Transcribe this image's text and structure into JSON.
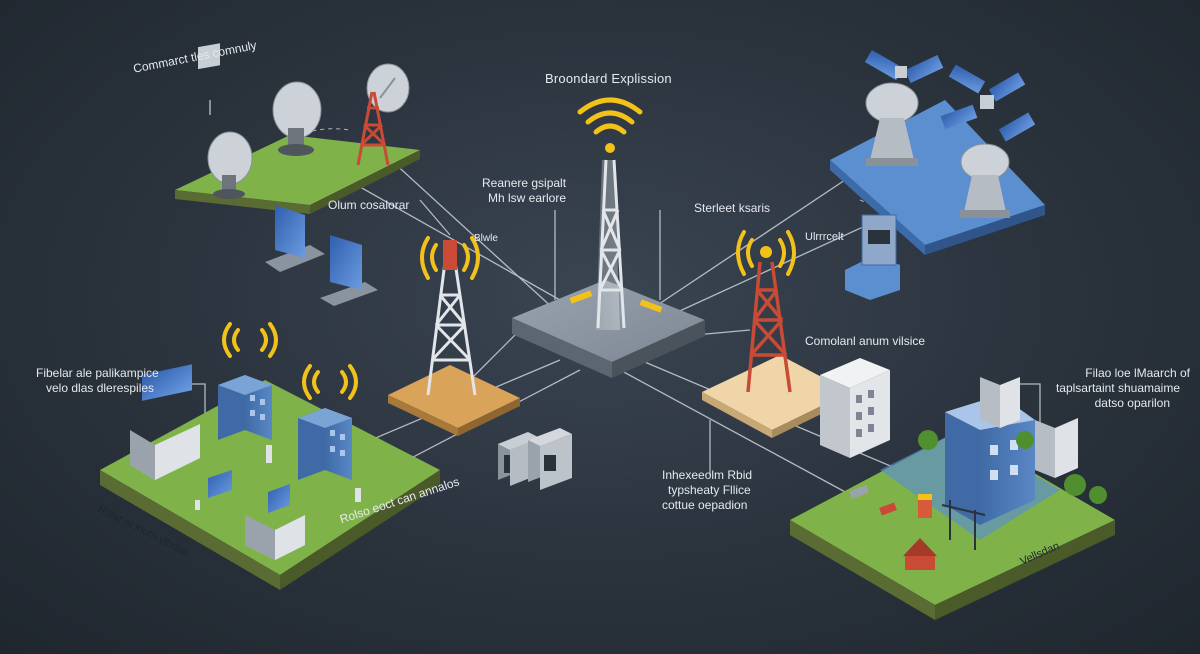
{
  "colors": {
    "background": "#2a323c",
    "grass": "#7fb34a",
    "soil": "#5a6b33",
    "hub": "#8d97a3",
    "satellite_pad": "#5b8fd0",
    "pad_orange": "#d9a35a",
    "tower_gray": "#d9dde2",
    "tower_red": "#c94a35",
    "signal": "#f2c21a",
    "link_line": "#c9d1da"
  },
  "labels": {
    "top_center": "Broondard Explission",
    "top_left": "Commarct tles comnuly",
    "upper_center_a_1": "Reanere gsipalt",
    "upper_center_a_2": "Mh lsw earlore",
    "upper_center_b": "Olum cosalorar",
    "upper_center_c": "Blwle",
    "upper_right_mid": "Sterleet ksaris",
    "right_mid_a": "Ulrrrcelt",
    "right_mid_b": "Comolanl anum vilsice",
    "left_mid_1": "Fibelar ale palikampice",
    "left_mid_2": "velo dlas dlerespiles",
    "right_lower_1": "Filao loe lMaarch of",
    "right_lower_2": "taplsartaint shuamaime",
    "right_lower_3": "datso oparilon",
    "center_lower_1": "Inhexeeolm Rbid",
    "center_lower_2": "typsheaty Fllice",
    "center_lower_3": "cottue oepadion",
    "bottom_left_1": "Rolar oi inum vihrlae",
    "bottom_left_2": "Rolso eoct can annalos",
    "bottom_right": "Vellsdan"
  },
  "icons": [
    "satellite-dish-icon",
    "cell-tower-icon",
    "wifi-signal-icon",
    "satellite-icon",
    "building-icon",
    "server-icon",
    "monitor-icon",
    "house-icon",
    "tree-icon"
  ]
}
